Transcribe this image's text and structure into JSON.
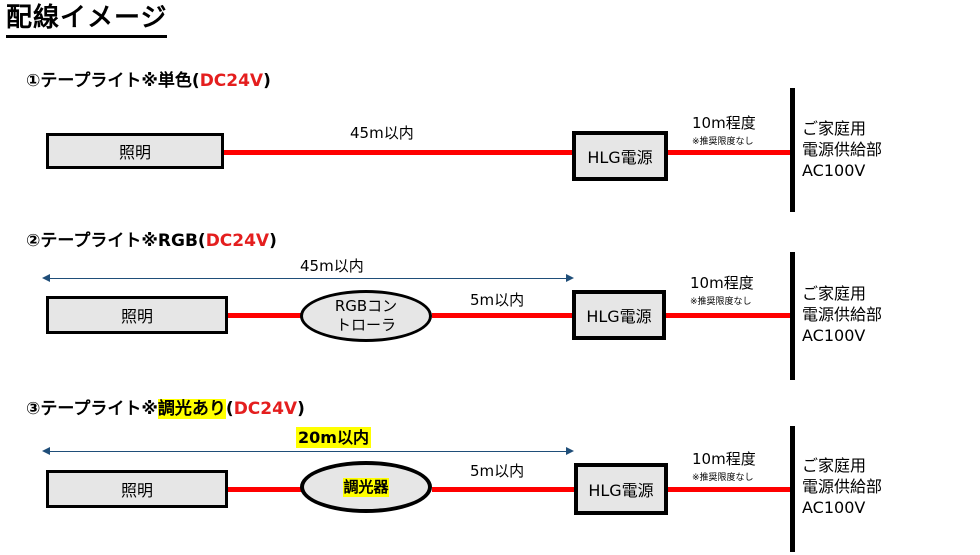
{
  "title": "配線イメージ",
  "sections": [
    {
      "title_prefix": "①テープライト※",
      "title_hl": "",
      "title_mid": "単色(",
      "title_red": "DC24V",
      "title_suffix": ")",
      "light_label": "照明",
      "distance": "45m以内",
      "psu_label": "HLG電源",
      "psu_distance": "10m程度",
      "psu_note": "※推奨限度なし",
      "destination": [
        "ご家庭用",
        "電源供給部",
        "AC100V"
      ]
    },
    {
      "title_prefix": "②テープライト※",
      "title_mid": "RGB(",
      "title_red": "DC24V",
      "title_suffix": ")",
      "light_label": "照明",
      "arrow_distance": "45m以内",
      "controller_line1": "RGBコン",
      "controller_line2": "トローラ",
      "distance": "5m以内",
      "psu_label": "HLG電源",
      "psu_distance": "10m程度",
      "psu_note": "※推奨限度なし",
      "destination": [
        "ご家庭用",
        "電源供給部",
        "AC100V"
      ]
    },
    {
      "title_prefix": "③テープライト※",
      "title_hl": "調光あり",
      "title_mid": "(",
      "title_red": "DC24V",
      "title_suffix": ")",
      "light_label": "照明",
      "arrow_distance": "20m以内",
      "controller_line1": "調光器",
      "distance": "5m以内",
      "psu_label": "HLG電源",
      "psu_distance": "10m程度",
      "psu_note": "※推奨限度なし",
      "destination": [
        "ご家庭用",
        "電源供給部",
        "AC100V"
      ]
    }
  ]
}
